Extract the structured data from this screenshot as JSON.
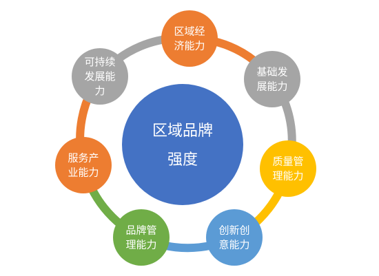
{
  "center": {
    "lines": [
      "区域品牌",
      "强度"
    ],
    "color": "#4472C4"
  },
  "nodes": [
    {
      "id": "regional-economy",
      "lines": [
        "区域经",
        "济能力"
      ],
      "color": "#ED7D31",
      "ring_color_out": "#ED7D31"
    },
    {
      "id": "infrastructure",
      "lines": [
        "基础发",
        "展能力"
      ],
      "color": "#A5A5A5",
      "ring_color_out": "#A5A5A5"
    },
    {
      "id": "quality-management",
      "lines": [
        "质量管",
        "理能力"
      ],
      "color": "#FFC000",
      "ring_color_out": "#FFC000"
    },
    {
      "id": "innovation",
      "lines": [
        "创新创",
        "意能力"
      ],
      "color": "#5B9BD5",
      "ring_color_out": "#5B9BD5"
    },
    {
      "id": "brand-management",
      "lines": [
        "品牌管",
        "理能力"
      ],
      "color": "#70AD47",
      "ring_color_out": "#70AD47"
    },
    {
      "id": "service-industry",
      "lines": [
        "服务产",
        "业能力"
      ],
      "color": "#ED7D31",
      "ring_color_out": "#ED7D31"
    },
    {
      "id": "sustainable-development",
      "lines": [
        "可持续",
        "发展能",
        "力"
      ],
      "color": "#A5A5A5",
      "ring_color_out": "#A5A5A5"
    }
  ]
}
